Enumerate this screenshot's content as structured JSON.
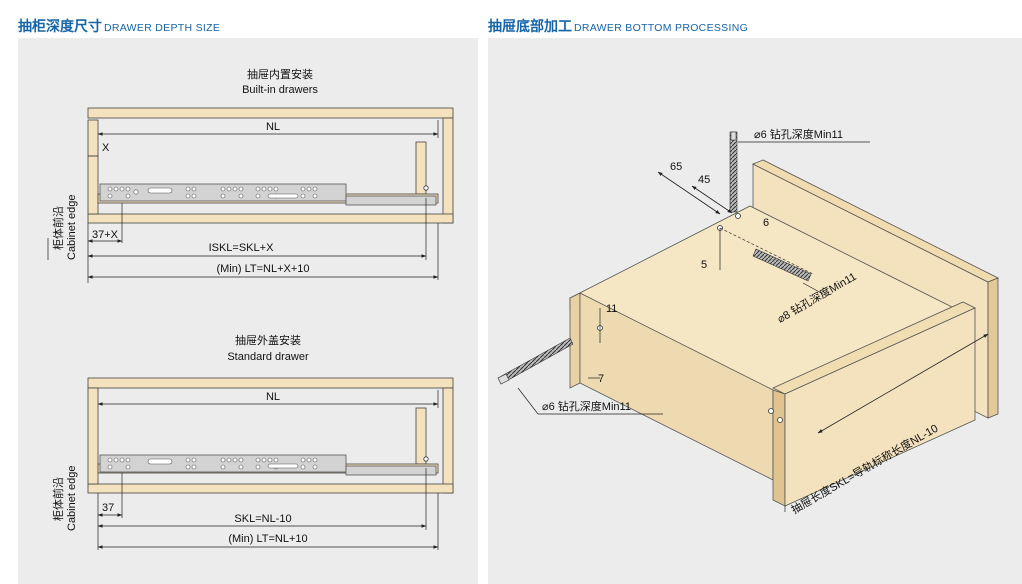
{
  "left": {
    "title_cn": "抽柜深度尺寸",
    "title_en": "DRAWER DEPTH SIZE",
    "builtin": {
      "title_cn": "抽屉内置安装",
      "title_en": "Built-in drawers",
      "nl": "NL",
      "x": "X",
      "offset": "37+X",
      "skl": "ISKL=SKL+X",
      "lt": "(Min) LT=NL+X+10",
      "edge_cn": "柜体前沿",
      "edge_en": "Cabinet edge"
    },
    "standard": {
      "title_cn": "抽屉外盖安装",
      "title_en": "Standard drawer",
      "nl": "NL",
      "offset": "37",
      "skl": "SKL=NL-10",
      "lt": "(Min) LT=NL+10",
      "edge_cn": "柜体前沿",
      "edge_en": "Cabinet edge"
    }
  },
  "right": {
    "title_cn": "抽屉底部加工",
    "title_en": "DRAWER BOTTOM PROCESSING",
    "dim_65": "65",
    "dim_45": "45",
    "dim_6": "6",
    "dim_5": "5",
    "dim_11": "11",
    "dim_7": "7",
    "hole_top": "⌀6 钻孔深度Min11",
    "hole_mid": "⌀8 钻孔深度Min11",
    "hole_left": "⌀6 钻孔深度Min11",
    "length": "抽屉长度SKL=导轨标称长度NL-10"
  },
  "colors": {
    "header": "#1565a8",
    "panel_bg": "#ececec",
    "wood": "#f3e2bd",
    "wood_dark": "#e6cf9e",
    "rail": "#d3d3d3",
    "line": "#222222"
  }
}
